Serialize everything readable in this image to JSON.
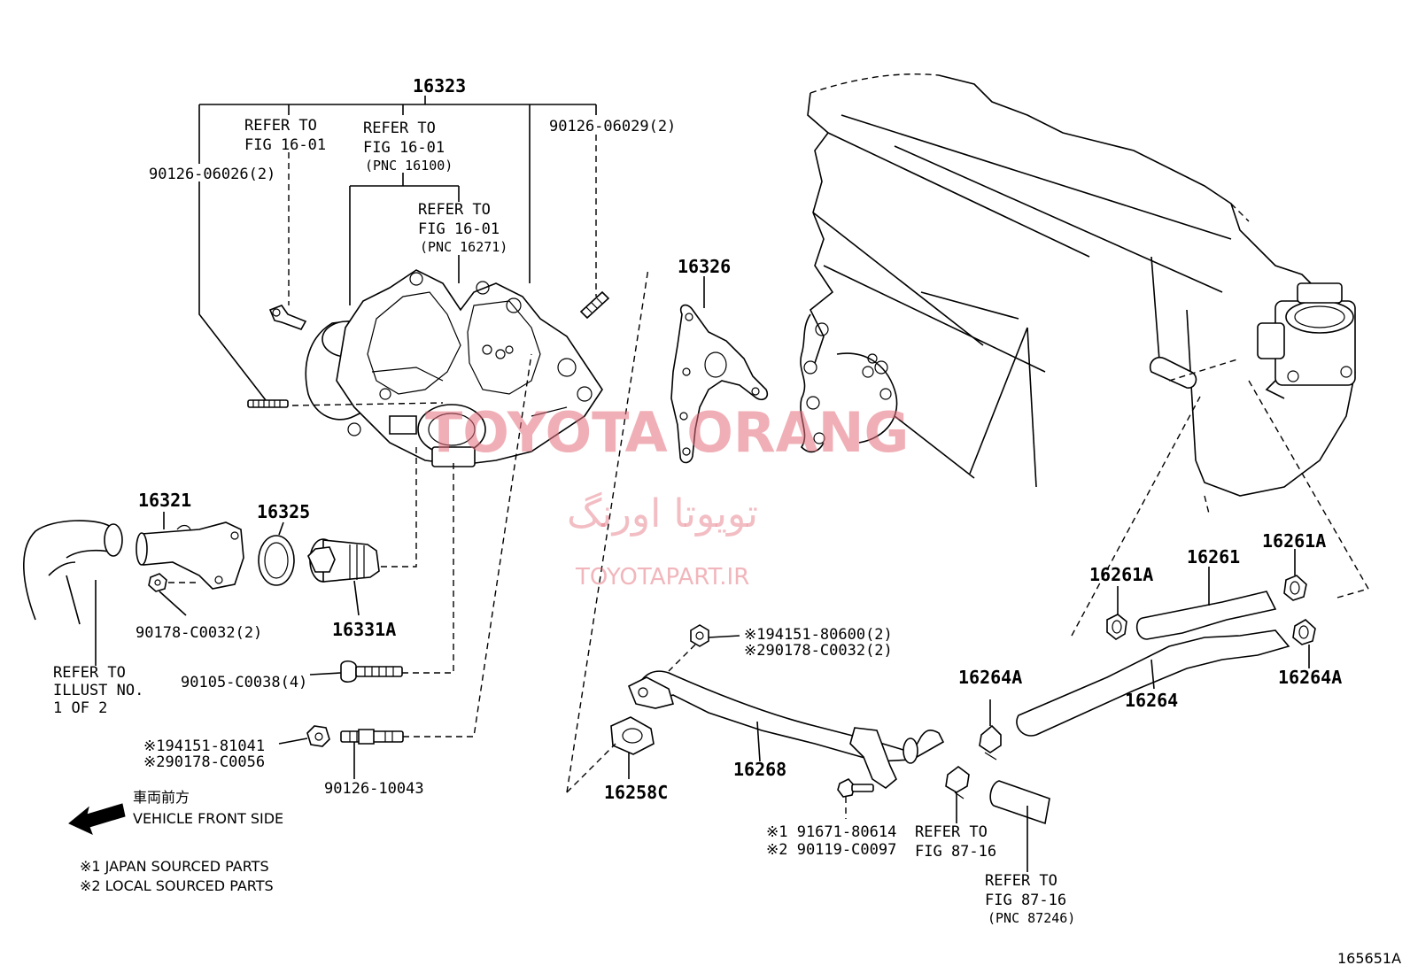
{
  "labels": {
    "p16323": "16323",
    "refer1_l1": "REFER TO",
    "refer1_l2": "FIG 16-01",
    "refer2_l1": "REFER TO",
    "refer2_l2": "FIG 16-01",
    "refer2_l3": "(PNC 16100)",
    "refer3_l1": "REFER TO",
    "refer3_l2": "FIG 16-01",
    "refer3_l3": "(PNC 16271)",
    "b9012606026": "90126-06026(2)",
    "b9012606029": "90126-06029(2)",
    "p16326": "16326",
    "p16321": "16321",
    "p16325": "16325",
    "p16331A": "16331A",
    "b90178c0032": "90178-C0032(2)",
    "refer_illust_l1": "REFER TO",
    "refer_illust_l2": "ILLUST NO.",
    "refer_illust_l3": "1 OF 2",
    "b90105c0038": "90105-C0038(4)",
    "n1_9415181041": "※194151-81041",
    "n2_90178c0056": "※290178-C0056",
    "b9012610043": "90126-10043",
    "jp_front": "車両前方",
    "vehicle_front": "VEHICLE FRONT SIDE",
    "japan_sourced": "※1 JAPAN SOURCED PARTS",
    "local_sourced": "※2 LOCAL SOURCED PARTS",
    "n1_19415180600": "※194151-80600(2)",
    "n2_290178c0032": "※290178-C0032(2)",
    "p16258C": "16258C",
    "p16268": "16268",
    "n1_9167180614": "※1 91671-80614",
    "n2_90119c0097": "※2 90119-C0097",
    "refer_8716a_l1": "REFER TO",
    "refer_8716a_l2": "FIG 87-16",
    "refer_8716b_l1": "REFER TO",
    "refer_8716b_l2": "FIG 87-16",
    "refer_8716b_l3": "(PNC 87246)",
    "p16264A_left": "16264A",
    "p16264": "16264",
    "p16264A_right": "16264A",
    "p16261A_left": "16261A",
    "p16261": "16261",
    "p16261A_right": "16261A",
    "figure_id": "165651A"
  },
  "watermark": {
    "brand": "TOYOTA ORANG",
    "brand_fa": "تویوتا اورنگ",
    "url": "TOYOTAPART.IR",
    "color": "#e36d7a"
  }
}
